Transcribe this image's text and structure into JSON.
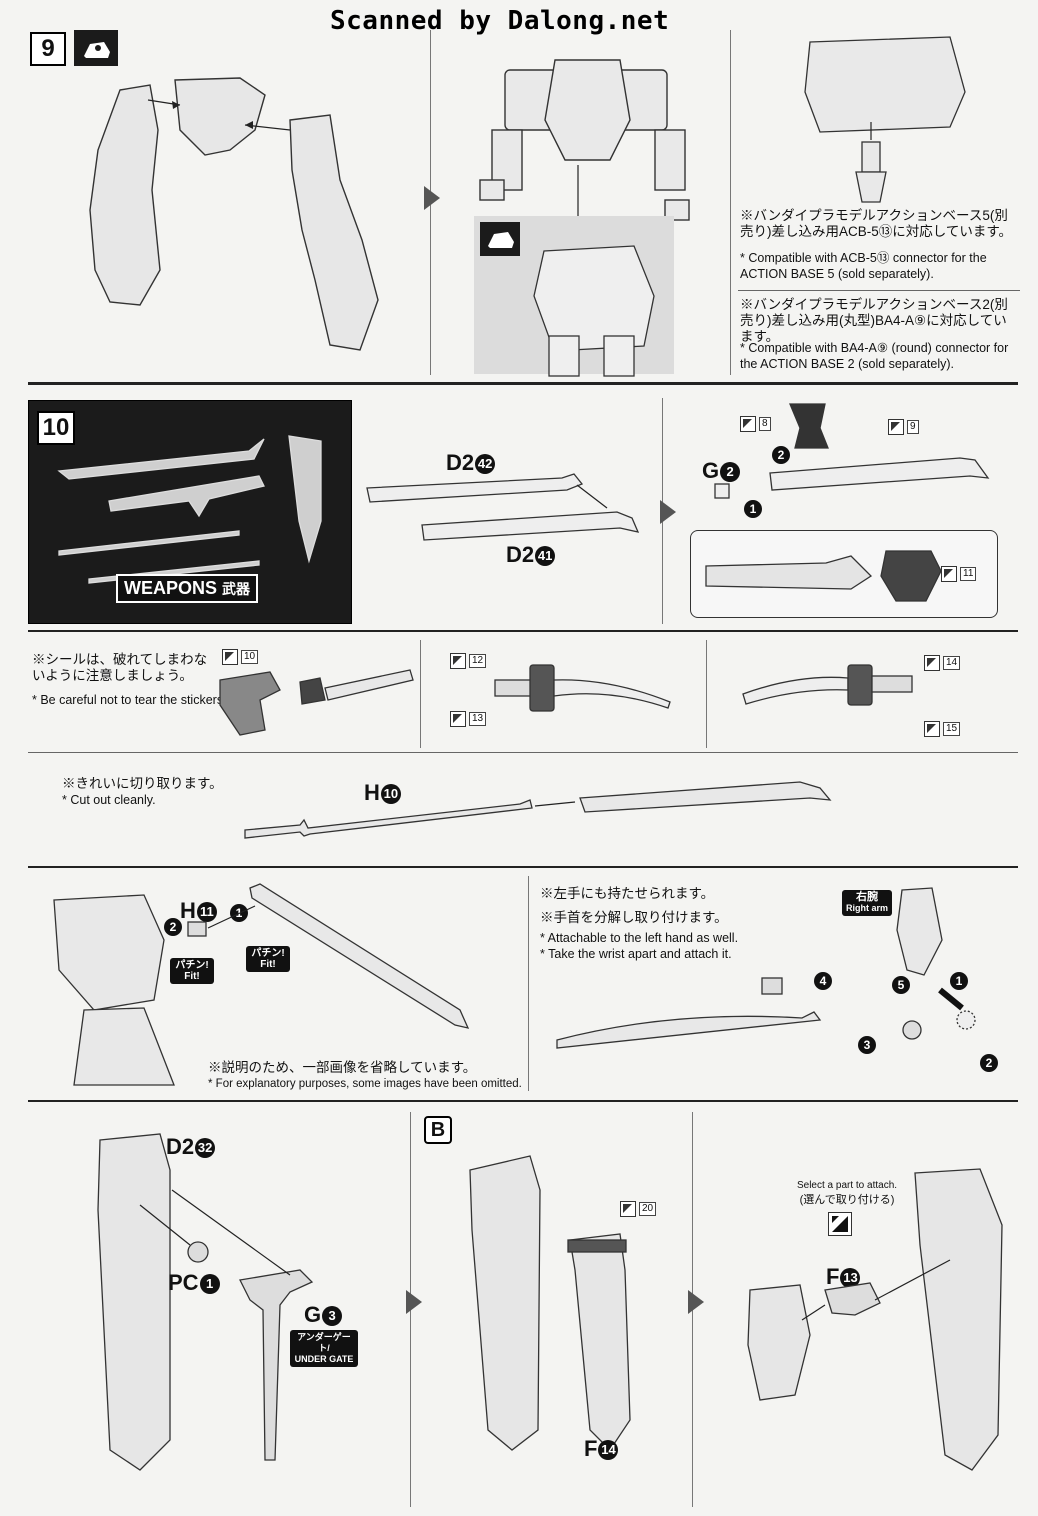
{
  "watermark": "Scanned by Dalong.net",
  "steps": {
    "step9": "9",
    "step10": "10",
    "stepB": "B"
  },
  "step9": {
    "note_acb5_jp": "※バンダイプラモデルアクションベース5(別売り)差し込み用ACB-5⑬に対応しています。",
    "note_acb5_en": "* Compatible with ACB-5⑬ connector for the ACTION BASE 5 (sold separately).",
    "note_ba4_jp": "※バンダイプラモデルアクションベース2(別売り)差し込み用(丸型)BA4-A⑨に対応しています。",
    "note_ba4_en": "* Compatible with BA4-A⑨ (round) connector for the ACTION BASE 2 (sold separately)."
  },
  "step10": {
    "weapons_label": "WEAPONS",
    "weapons_jp": "武器",
    "part_d2_42": "D2",
    "part_d2_42_num": "42",
    "part_d2_41": "D2",
    "part_d2_41_num": "41",
    "part_g2": "G",
    "part_g2_num": "2",
    "stickers": [
      "8",
      "9",
      "11"
    ]
  },
  "sticker_row": {
    "note_jp": "※シールは、破れてしまわないように注意しましょう。",
    "note_en": "* Be careful not to tear the stickers.",
    "stickers": [
      "10",
      "12",
      "13",
      "14",
      "15"
    ]
  },
  "cut_row": {
    "note_jp": "※きれいに切り取ります。",
    "note_en": "* Cut out cleanly.",
    "part_h10": "H",
    "part_h10_num": "10"
  },
  "attach_row": {
    "part_h11": "H",
    "part_h11_num": "11",
    "fit1": "パチン! Fit!",
    "fit2": "パチン! Fit!",
    "omit_jp": "※説明のため、一部画像を省略しています。",
    "omit_en": "* For explanatory purposes, some images have been omitted.",
    "left_hand_jp": "※左手にも持たせられます。",
    "wrist_jp": "※手首を分解し取り付けます。",
    "left_hand_en": "* Attachable to the left hand as well.",
    "wrist_en": "* Take the wrist apart and attach it.",
    "right_arm_jp": "右腕",
    "right_arm_en": "Right arm"
  },
  "shield_row": {
    "part_d2_32": "D2",
    "part_d2_32_num": "32",
    "part_pc1": "PC",
    "part_pc1_num": "1",
    "part_g3": "G",
    "part_g3_num": "3",
    "under_gate_jp": "アンダーゲート/",
    "under_gate_en": "UNDER GATE",
    "sticker_20": "20",
    "part_f14": "F",
    "part_f14_num": "14",
    "select_en": "Select a part to attach.",
    "select_jp": "(選んで取り付ける)",
    "part_f13": "F",
    "part_f13_num": "13"
  }
}
